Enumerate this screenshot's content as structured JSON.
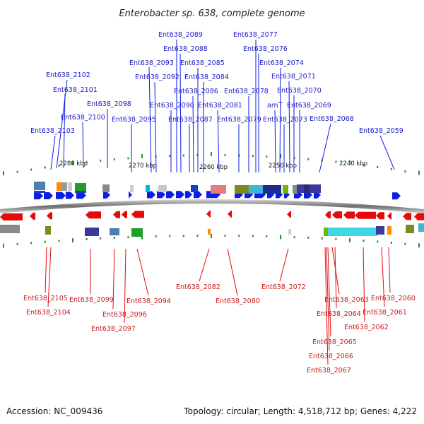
{
  "title": "Enterobacter sp. 638, complete genome",
  "footer": {
    "accession": "Accession: NC_009436",
    "summary": "Topology: circular; Length: 4,518,712 bp; Genes: 4,222"
  },
  "scale_labels": [
    "2280 kbp",
    "2270 kbp",
    "2260 kbp",
    "2250 kbp",
    "2240 kbp"
  ],
  "forward_labels": [
    "Ent638_2102",
    "Ent638_2101",
    "Ent638_2100",
    "Ent638_2103",
    "Ent638_2098",
    "Ent638_2093",
    "Ent638_2092",
    "Ent638_2095",
    "Ent638_2089",
    "Ent638_2088",
    "Ent638_2090",
    "Ent638_2087",
    "Ent638_2086",
    "Ent638_2085",
    "Ent638_2084",
    "Ent638_2081",
    "Ent638_2077",
    "Ent638_2076",
    "Ent638_2078",
    "Ent638_2079",
    "Ent638_2074",
    "Ent638_2071",
    "Ent638_2070",
    "arnT",
    "Ent638_2069",
    "Ent638_2073",
    "Ent638_2068",
    "Ent638_2059"
  ],
  "reverse_labels": [
    "Ent638_2105",
    "Ent638_2104",
    "Ent638_2099",
    "Ent638_2096",
    "Ent638_2097",
    "Ent638_2094",
    "Ent638_2082",
    "Ent638_2080",
    "Ent638_2072",
    "Ent638_2063",
    "Ent638_2064",
    "Ent638_2065",
    "Ent638_2066",
    "Ent638_2067",
    "Ent638_2062",
    "Ent638_2061",
    "Ent638_2060"
  ],
  "colors": {
    "forward_gene": "#0a1ee6",
    "reverse_gene": "#e60a0a",
    "backbone": "#7a7a7a",
    "forward_label": "#1a1ac8",
    "reverse_label": "#c81a1a",
    "tick": "#2a8a2a"
  }
}
